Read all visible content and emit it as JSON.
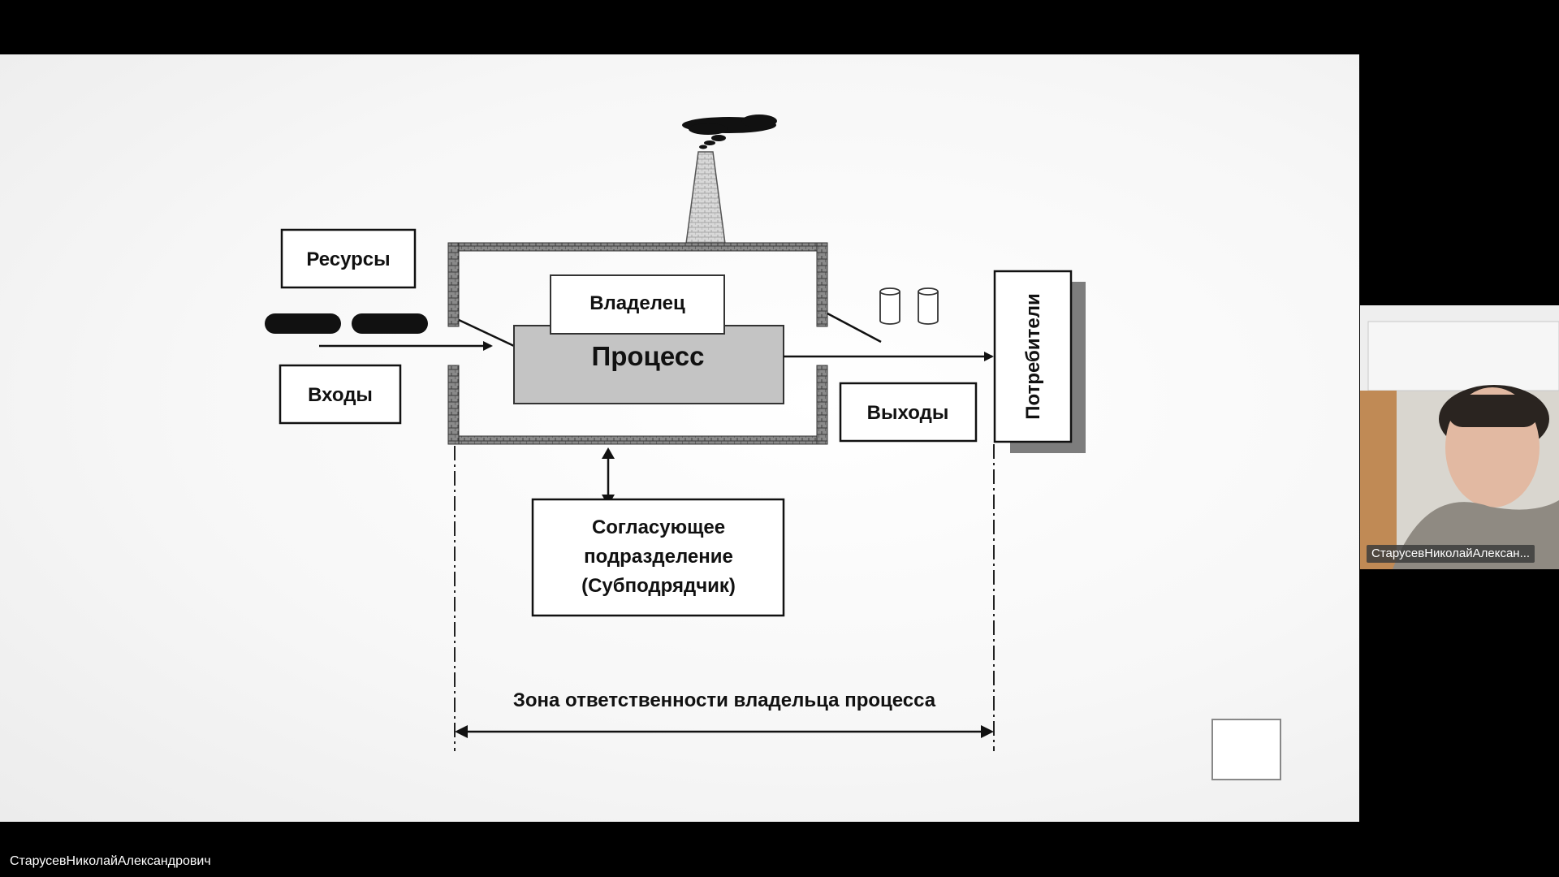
{
  "slide": {
    "diagram": {
      "resources_label": "Ресурсы",
      "inputs_label": "Входы",
      "owner_label": "Владелец",
      "process_label": "Процесс",
      "outputs_label": "Выходы",
      "consumers_label": "Потребители",
      "subcontractor_line1": "Согласующее",
      "subcontractor_line2": "подразделение",
      "subcontractor_line3": "(Субподрядчик)",
      "zone_label": "Зона ответственности владельца процесса"
    }
  },
  "webcam": {
    "participant_name": "СтарусевНиколайАлексан..."
  },
  "footer": {
    "presenter_name": "СтарусевНиколайАлександрович"
  },
  "colors": {
    "background": "#000000",
    "slide": "#f5f5f5",
    "process_fill": "#c4c4c4",
    "wall": "#6a6a6a"
  }
}
